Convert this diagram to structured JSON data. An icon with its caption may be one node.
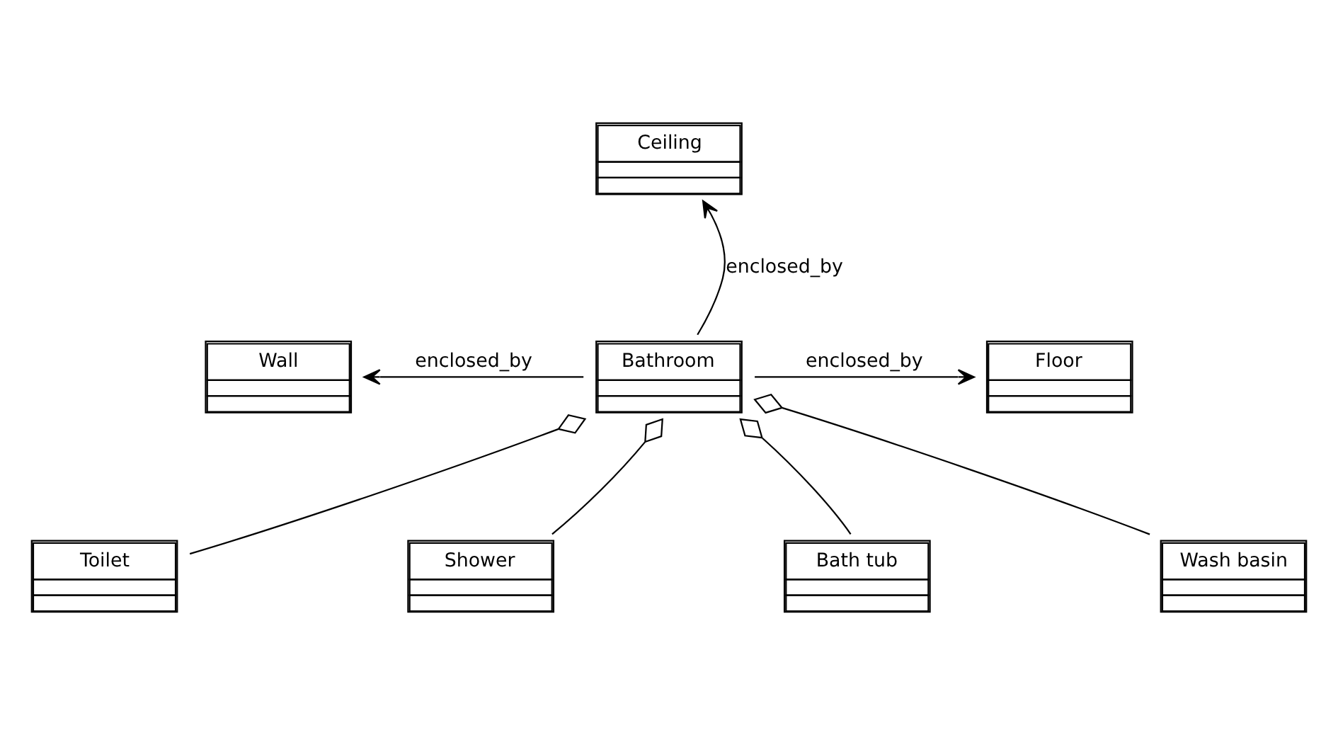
{
  "diagram": {
    "nodes": [
      {
        "text": [
          "Ceiling"
        ]
      },
      {
        "text": [
          "Wall"
        ]
      },
      {
        "text": [
          "Bathroom"
        ]
      },
      {
        "text": [
          "Floor"
        ]
      },
      {
        "text": [
          "Toilet"
        ]
      },
      {
        "text": [
          "Shower"
        ]
      },
      {
        "text": [
          "Bath tub"
        ]
      },
      {
        "text": [
          "Wash basin"
        ]
      }
    ],
    "edges": [
      {
        "from": 2,
        "to": 0,
        "arrow": "to",
        "label": "enclosed_by"
      },
      {
        "from": 2,
        "to": 1,
        "arrow": "to",
        "label": "enclosed_by"
      },
      {
        "from": 2,
        "to": 3,
        "arrow": "to",
        "label": "enclosed_by"
      },
      {
        "from": 2,
        "to": 4,
        "arrow": "other"
      },
      {
        "from": 2,
        "to": 5,
        "arrow": "other"
      },
      {
        "from": 2,
        "to": 6,
        "arrow": "other"
      },
      {
        "from": 2,
        "to": 7,
        "arrow": "other"
      }
    ]
  }
}
